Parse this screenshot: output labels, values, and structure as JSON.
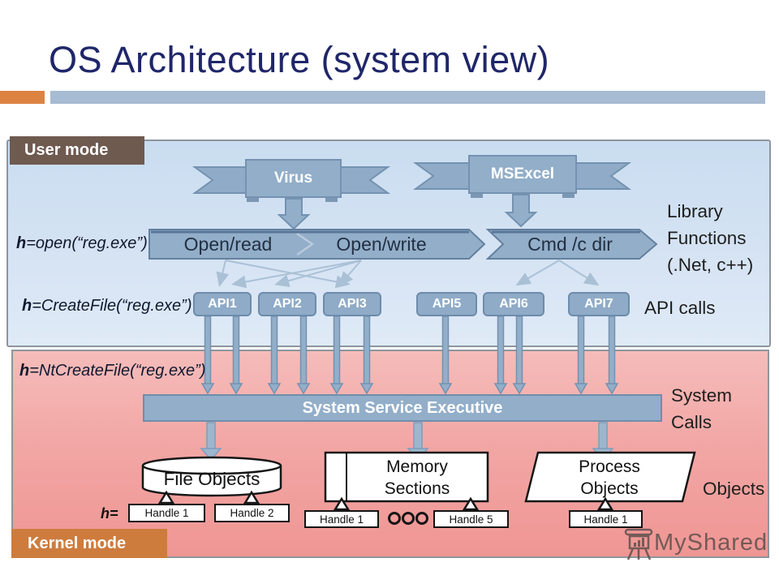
{
  "slide": {
    "title": "OS Architecture (system view)"
  },
  "regions": {
    "user_label": "User mode",
    "kernel_label": "Kernel mode"
  },
  "apps": {
    "virus": "Virus",
    "msexcel": "MSExcel"
  },
  "call_bar": {
    "open_read": "Open/read",
    "open_write": "Open/write",
    "cmd": "Cmd /c dir"
  },
  "h_labels": {
    "open": {
      "h": "h",
      "rest": "=open(“reg.exe”)"
    },
    "createfile": {
      "h": "h",
      "rest": "=CreateFile(“reg.exe”)"
    },
    "ntcreatefile": {
      "h": "h",
      "rest": "=NtCreateFile(“reg.exe”)"
    },
    "handle_prefix": "h="
  },
  "side_labels": {
    "library_functions": "Library\nFunctions\n(.Net, c++)",
    "api_calls": "API calls",
    "system_calls": "System\nCalls",
    "objects": "Objects"
  },
  "apis": [
    {
      "label": "API1"
    },
    {
      "label": "API2"
    },
    {
      "label": "API3"
    },
    {
      "label": "API5"
    },
    {
      "label": "API6"
    },
    {
      "label": "API7"
    }
  ],
  "kernel": {
    "sse": "System Service Executive"
  },
  "objects": {
    "file": "File Objects",
    "memory": "Memory\nSections",
    "process": "Process\nObjects"
  },
  "handles": [
    {
      "label": "Handle 1"
    },
    {
      "label": "Handle 2"
    },
    {
      "label": "Handle 1"
    },
    {
      "label": "Handle 5"
    },
    {
      "label": "Handle 1"
    }
  ],
  "watermark": {
    "text": "MyShared"
  },
  "colors": {
    "title_navy": "#1f2669",
    "accent_orange": "#dc8342",
    "accent_blue": "#a7bbd2",
    "steel_fill": "#92aec9",
    "steel_border": "#7492b0",
    "user_label_bg": "#6f5a50",
    "kernel_label_bg": "#cd7c3e",
    "user_region_top": "#c9ddf0",
    "kernel_region_top": "#f5bcba"
  }
}
